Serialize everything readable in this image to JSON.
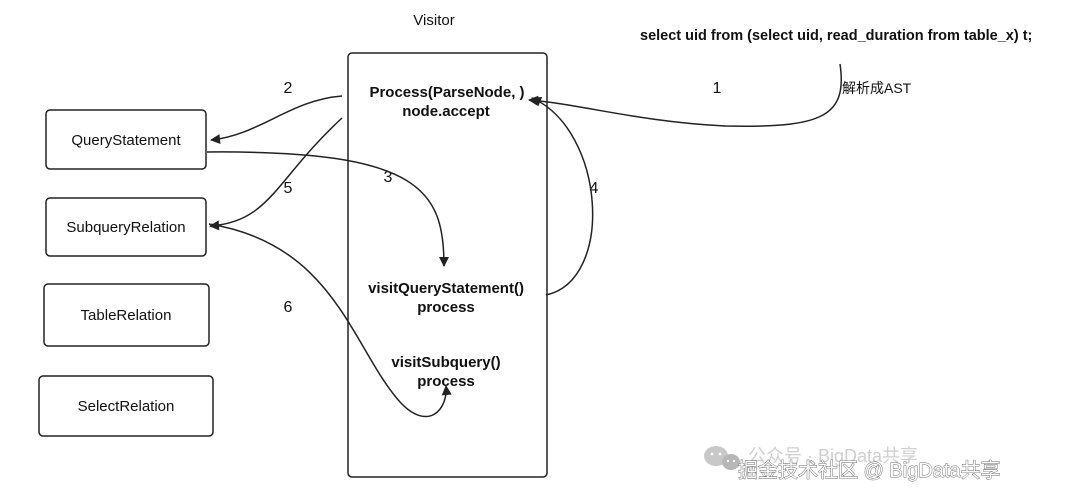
{
  "diagram": {
    "visitor_title": "Visitor",
    "sql_query": "select uid from (select uid, read_duration from table_x) t;",
    "parse_label": "解析成AST",
    "nodes": {
      "query_statement": "QueryStatement",
      "subquery_relation": "SubqueryRelation",
      "table_relation": "TableRelation",
      "select_relation": "SelectRelation"
    },
    "visitor_methods": {
      "process_line1": "Process(ParseNode, )",
      "process_line2": "node.accept",
      "visit_query_line1": "visitQueryStatement()",
      "visit_query_line2": "process",
      "visit_subquery_line1": "visitSubquery()",
      "visit_subquery_line2": "process"
    },
    "step_labels": {
      "step1": "1",
      "step2": "2",
      "step3": "3",
      "step4": "4",
      "step5": "5",
      "step6": "6"
    }
  },
  "watermark": {
    "top_text": "公众号 · BigData共享",
    "bottom_text": "掘金技术社区 @ BigData共享",
    "icon": "wechat-icon"
  }
}
